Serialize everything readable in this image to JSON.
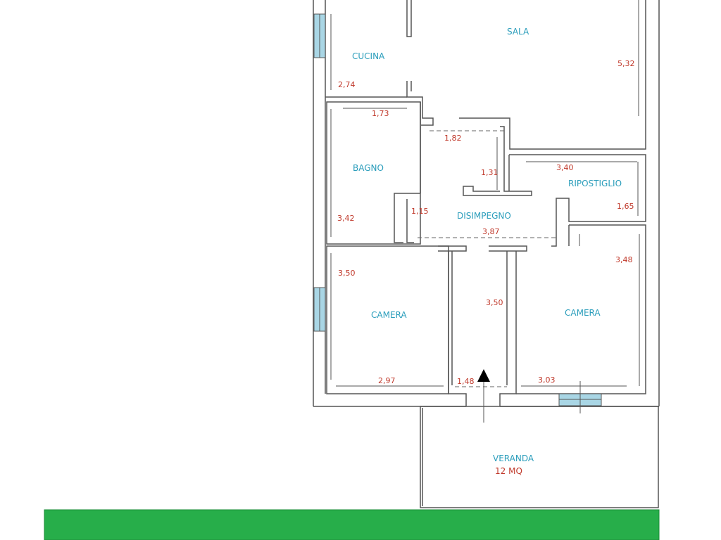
{
  "colors": {
    "wall": "#555555",
    "room_label": "#2a9dbb",
    "dimension_label": "#c0392b",
    "window": "#a9d6e5",
    "garden": "#27ae4a",
    "door_dash": "#666666"
  },
  "rooms": {
    "sala": "SALA",
    "cucina": "CUCINA",
    "bagno": "BAGNO",
    "ripostiglio": "RIPOSTIGLIO",
    "disimpegno": "DISIMPEGNO",
    "camera_left": "CAMERA",
    "camera_right": "CAMERA",
    "veranda": "VERANDA",
    "veranda_area": "12 MQ"
  },
  "dimensions": {
    "sala_height": "5,32",
    "cucina_height": "2,74",
    "bagno_width": "1,73",
    "bagno_height": "3,42",
    "hall_top_width": "1,82",
    "hall_top_height": "1,31",
    "ripostiglio_width": "3,40",
    "ripostiglio_height": "1,65",
    "hall_left_depth": "1,15",
    "disimpegno_width": "3,87",
    "camera_left_height": "3,50",
    "camera_left_width": "2,97",
    "corridor_height": "3,50",
    "corridor_width": "1,48",
    "camera_right_height": "3,48",
    "camera_right_width": "3,03"
  },
  "icons": {
    "entrance": "entrance-arrow-icon"
  }
}
